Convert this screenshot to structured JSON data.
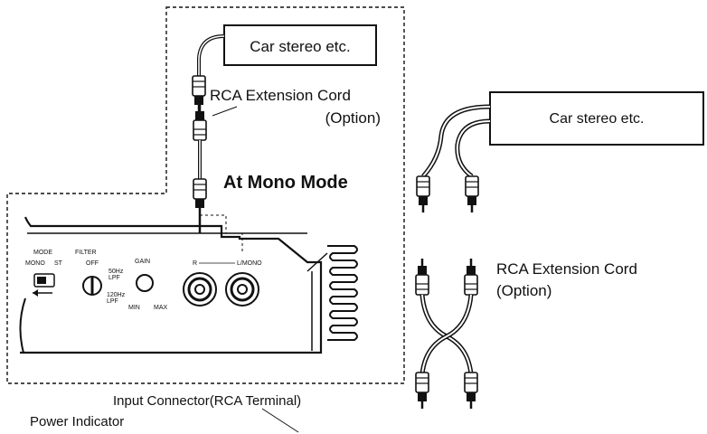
{
  "diagram": {
    "stereo_box_top": "Car stereo etc.",
    "stereo_box_right": "Car stereo etc.",
    "rca_cord_top_line1": "RCA Extension Cord",
    "rca_cord_top_line2": "(Option)",
    "mono_mode_title": "At Mono Mode",
    "rca_cord_right_line1": "RCA Extension Cord",
    "rca_cord_right_line2": "(Option)",
    "input_connector_label": "Input Connector(RCA Terminal)",
    "power_indicator_label": "Power Indicator",
    "panel": {
      "mode": "MODE",
      "mono": "MONO",
      "st": "ST",
      "filter": "FILTER",
      "off": "OFF",
      "hz50": "50Hz",
      "lpf1": "LPF",
      "hz120": "120Hz",
      "lpf2": "LPF",
      "gain": "GAIN",
      "min": "MIN",
      "max": "MAX",
      "r": "R",
      "lmono": "L/MONO"
    }
  }
}
